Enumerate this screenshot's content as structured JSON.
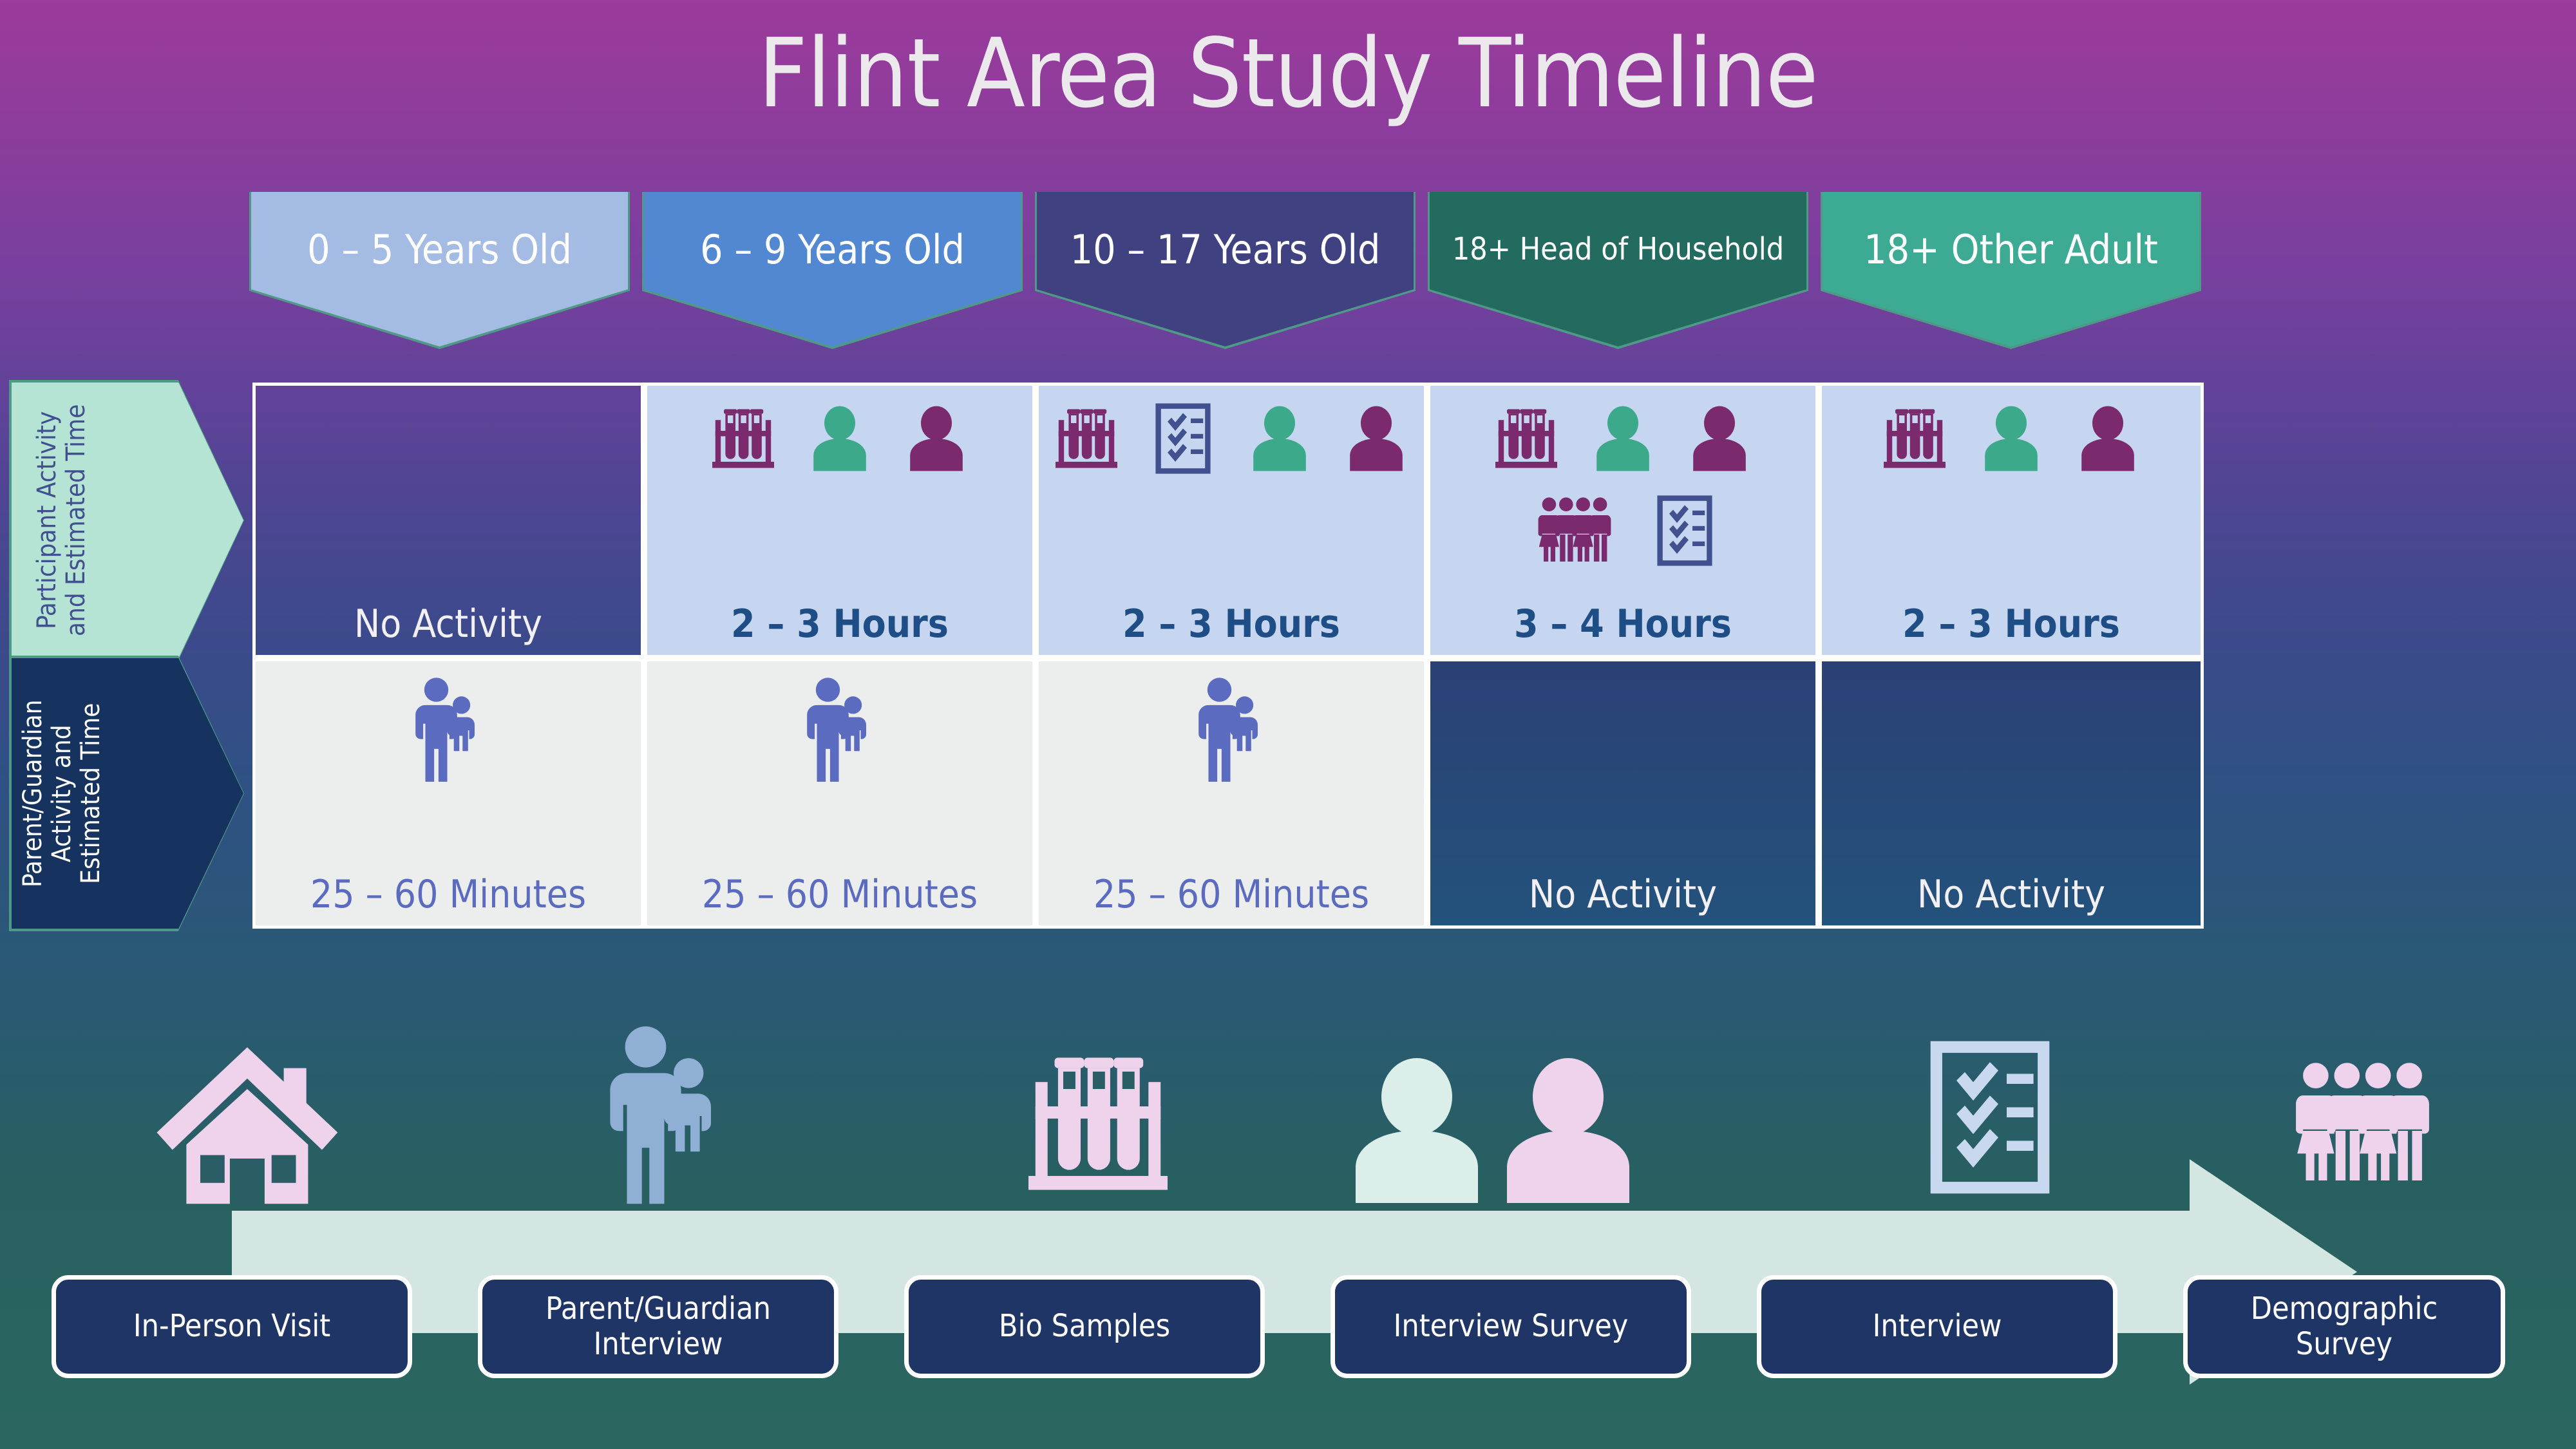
{
  "title": "Flint Area Study Timeline",
  "colors": {
    "bg_top": "#9b3b9b",
    "bg_bottom": "#2b6760",
    "banner_border": "#4f9a86",
    "cell_light_blue": "#c6d6f0",
    "cell_gray": "#eceded",
    "cell_navy": "#23527c",
    "text_navy": "#1f4e87",
    "text_periwinkle": "#5b6bbf",
    "icon_purple": "#7b2a6e",
    "icon_green": "#3da98b",
    "icon_slate": "#41518f",
    "icon_pink": "#efd3ed",
    "icon_mint": "#dceee9",
    "pill_navy": "#1f3566",
    "arrow_mint": "#d3e6e2"
  },
  "columns": [
    {
      "label": "0 – 5 Years Old",
      "color": "#a4bce4",
      "text_color": "#ffffff",
      "font_size": 62
    },
    {
      "label": "6 – 9 Years Old",
      "color": "#5287d1",
      "text_color": "#ffffff",
      "font_size": 62
    },
    {
      "label": "10 – 17 Years Old",
      "color": "#3f4180",
      "text_color": "#ffffff",
      "font_size": 62
    },
    {
      "label": "18+ Head of Household",
      "color": "#246b5f",
      "text_color": "#ffffff",
      "font_size": 48
    },
    {
      "label": "18+ Other Adult",
      "color": "#3dab94",
      "text_color": "#ffffff",
      "font_size": 62
    }
  ],
  "rows": [
    {
      "label": "Participant Activity and Estimated Time",
      "fill": "#b6e4d4",
      "text_color": "#41518f",
      "cells": [
        {
          "text": "No Activity",
          "style": "transparent",
          "icons": []
        },
        {
          "text": "2 – 3 Hours",
          "style": "lightblue",
          "icons": [
            "test-tube-rack-icon",
            "person-green-icon",
            "person-purple-icon"
          ]
        },
        {
          "text": "2 – 3 Hours",
          "style": "lightblue",
          "icons": [
            "test-tube-rack-icon",
            "clipboard-checklist-icon",
            "person-green-icon",
            "person-purple-icon"
          ]
        },
        {
          "text": "3 – 4 Hours",
          "style": "lightblue",
          "icons": [
            "test-tube-rack-icon",
            "person-green-icon",
            "person-purple-icon",
            "group-of-four-icon",
            "clipboard-checklist-icon"
          ]
        },
        {
          "text": "2 – 3 Hours",
          "style": "lightblue",
          "icons": [
            "test-tube-rack-icon",
            "person-green-icon",
            "person-purple-icon"
          ]
        }
      ]
    },
    {
      "label": "Parent/Guardian Activity and Estimated Time",
      "fill": "#15335e",
      "text_color": "#ffffff",
      "cells": [
        {
          "text": "25 – 60 Minutes",
          "style": "grayish",
          "icons": [
            "parent-with-child-icon"
          ]
        },
        {
          "text": "25 – 60 Minutes",
          "style": "grayish",
          "icons": [
            "parent-with-child-icon"
          ]
        },
        {
          "text": "25 – 60 Minutes",
          "style": "grayish",
          "icons": [
            "parent-with-child-icon"
          ]
        },
        {
          "text": "No Activity",
          "style": "navy",
          "icons": []
        },
        {
          "text": "No Activity",
          "style": "navy",
          "icons": []
        }
      ]
    }
  ],
  "timeline": {
    "steps": [
      {
        "label": "In-Person Visit",
        "icon": "house-icon"
      },
      {
        "label": "Parent/Guardian Interview",
        "icon": "parent-with-child-icon"
      },
      {
        "label": "Bio Samples",
        "icon": "test-tube-rack-icon"
      },
      {
        "label": "Interview Survey",
        "icon": "two-people-icon"
      },
      {
        "label": "Interview",
        "icon": "clipboard-checklist-icon"
      },
      {
        "label": "Demographic Survey",
        "icon": "group-of-four-icon"
      }
    ]
  }
}
